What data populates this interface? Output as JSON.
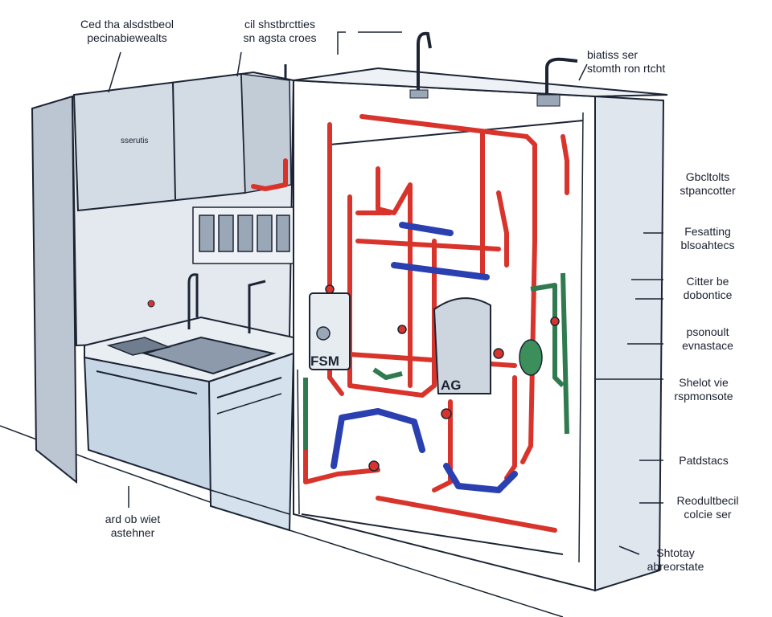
{
  "labels": {
    "top_left": {
      "line1": "Ced tha alsdstbeol",
      "line2": "pecinabiewealts"
    },
    "top_middle": {
      "line1": "cil shstbrctties",
      "line2": "sn agsta croes"
    },
    "top_right": {
      "line1": "biatiss ser",
      "line2": "stomth ron rtcht"
    },
    "right_1": {
      "line1": "Gbcltolts",
      "line2": "stpancotter"
    },
    "right_2": {
      "line1": "Fesatting",
      "line2": "blsoahtecs"
    },
    "right_3": {
      "line1": "Citter be",
      "line2": "dobontice"
    },
    "right_4": {
      "line1": "psonoult",
      "line2": "evnastace"
    },
    "right_5": {
      "line1": "Shelot vie",
      "line2": "rspmonsote"
    },
    "right_6": {
      "line1": "Patdstacs"
    },
    "right_7": {
      "line1": "Reodultbecil",
      "line2": "colcie ser"
    },
    "right_8": {
      "line1": "Shtotay",
      "line2": "abreorstate"
    },
    "bottom_left": {
      "line1": "ard ob wiet",
      "line2": "astehner"
    }
  },
  "cabinet_label": "sserutis",
  "water_heater_label": "FSM",
  "boiler_label": "AG",
  "colors": {
    "hot_pipe": "#d8342c",
    "cold_pipe": "#2a3fb0",
    "gas_pipe": "#2f7a4f",
    "cabinet": "#dfe6ee",
    "outline": "#1c2434"
  }
}
